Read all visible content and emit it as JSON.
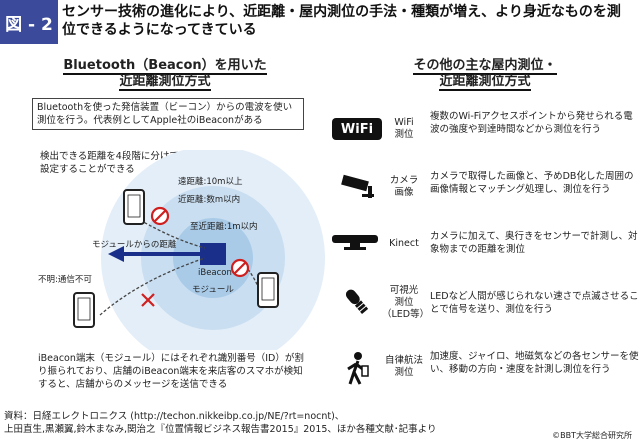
{
  "header": {
    "fig_label": "図 - 2",
    "title": "センサー技術の進化により、近距離・屋内測位の手法・種類が増え、より身近なものを測位できるようになってきている"
  },
  "left": {
    "title_line1": "Bluetooth（Beacon）を用いた",
    "title_line2": "近距離測位方式",
    "description": "Bluetoothを使った発信装置（ビーコン）からの電波を使い測位を行う。代表例としてApple社のiBeaconがある",
    "distance_note": "検出できる距離を4段階に分けて、設定することができる",
    "label_far": "遠距離:10m以上",
    "label_near": "近距離:数m以内",
    "label_immediate": "至近距離:1m以内",
    "label_distance_from_module": "モジュールからの距離",
    "label_ibeacon": "iBeacon",
    "label_module": "モジュール",
    "label_unknown": "不明:通信不可",
    "bottom_text": "iBeacon端末（モジュール）にはそれぞれ識別番号（ID）が割り振られており、店舗のiBeacon端末を来店客のスマホが検知すると、店舗からのメッセージを送信できる"
  },
  "right": {
    "title_line1": "その他の主な屋内測位・",
    "title_line2": "近距離測位方式",
    "rows": [
      {
        "icon_text": "WiFi",
        "label": "WiFi\n測位",
        "desc": "複数のWi-Fiアクセスポイントから発せられる電波の強度や到達時間などから測位を行う"
      },
      {
        "icon_text": "",
        "label": "カメラ\n画像",
        "desc": "カメラで取得した画像と、予めDB化した周囲の画像情報とマッチング処理し、測位を行う"
      },
      {
        "icon_text": "",
        "label": "Kinect",
        "desc": "カメラに加えて、奥行きをセンサーで計測し、対象物までの距離を測位"
      },
      {
        "icon_text": "",
        "label": "可視光\n測位\n（LED等）",
        "desc": "LEDなど人間が感じられない速さで点滅させることで信号を送り、測位を行う"
      },
      {
        "icon_text": "",
        "label": "自律航法\n測位",
        "desc": "加速度、ジャイロ、地磁気などの各センサーを使い、移動の方向・速度を計測し測位を行う"
      }
    ]
  },
  "footer": {
    "line1": "資料：日経エレクトロニクス (http://techon.nikkeibp.co.jp/NE/?rt=nocnt)、",
    "line2": "上田直生,黒瀬翼,鈴木まなみ,関治之『位置情報ビジネス報告書2015』2015、ほか各種文献･記事より",
    "copyright": "©BBT大学総合研究所"
  },
  "colors": {
    "accent": "#3b4a9a",
    "arrow": "#1a2f8a",
    "ring_outer": "#e3eef8",
    "ring_mid": "#c9def1",
    "ring_inner": "#a9cbe8",
    "prohibit": "#d01f1f"
  }
}
